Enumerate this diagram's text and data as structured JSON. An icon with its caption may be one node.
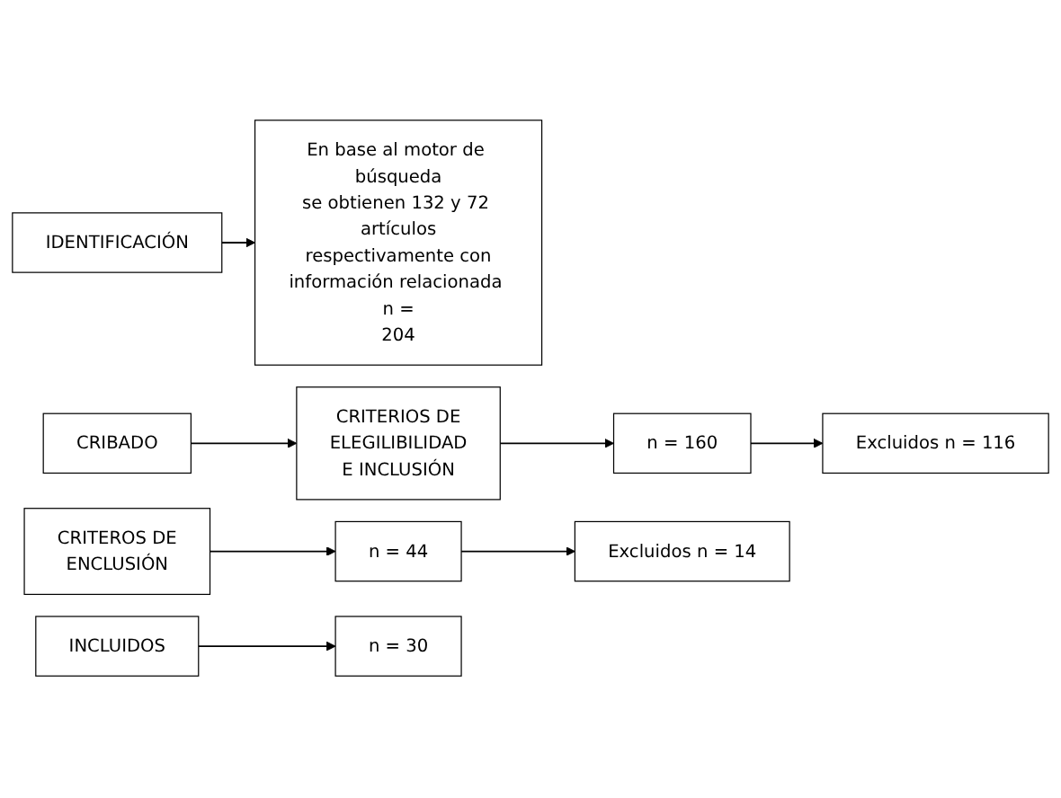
{
  "diagram": {
    "nodes": [
      {
        "text": [
          "IDENTIFICACIÓN"
        ]
      },
      {
        "text": [
          "En base al motor de búsqueda se obtienen 132 y 72 artículos respectivamente con información relacionada n = 204"
        ]
      },
      {
        "text": [
          "CRIBADO"
        ]
      },
      {
        "text": [
          "CRITERIOS DE ELEGILIBILIDAD E INCLUSIÓN"
        ]
      },
      {
        "text": [
          "n = 160"
        ]
      },
      {
        "text": [
          "Excluidos n = 116"
        ]
      },
      {
        "text": [
          "CRITEROS DE ENCLUSIÓN"
        ]
      },
      {
        "text": [
          "n = 44"
        ]
      },
      {
        "text": [
          "Excluidos n = 14"
        ]
      },
      {
        "text": [
          "INCLUIDOS"
        ]
      },
      {
        "text": [
          "n = 30"
        ]
      }
    ],
    "edges": [
      {
        "from": 0,
        "to": 1,
        "arrow": "to"
      },
      {
        "from": 2,
        "to": 3,
        "arrow": "to"
      },
      {
        "from": 3,
        "to": 4,
        "arrow": "to"
      },
      {
        "from": 4,
        "to": 5,
        "arrow": "to"
      },
      {
        "from": 6,
        "to": 7,
        "arrow": "to"
      },
      {
        "from": 7,
        "to": 8,
        "arrow": "to"
      },
      {
        "from": 9,
        "to": 10,
        "arrow": "to"
      }
    ]
  }
}
